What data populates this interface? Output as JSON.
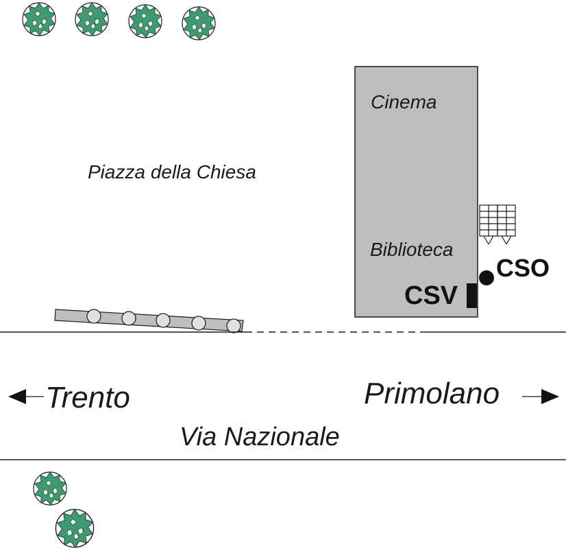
{
  "labels": {
    "square": "Piazza della Chiesa",
    "cinema": "Cinema",
    "library": "Biblioteca",
    "cso": "CSO",
    "csv": "CSV",
    "west": "Trento",
    "east": "Primolano",
    "road": "Via Nazionale"
  },
  "icons": {
    "tree": "tree-icon",
    "bench": "bench-icon",
    "scaffold": "scaffold-icon",
    "arrow_left": "arrow-left-icon",
    "arrow_right": "arrow-right-icon",
    "cso_marker": "circle-marker-icon",
    "csv_marker": "rectangle-marker-icon"
  },
  "colors": {
    "building_fill": "#bdbec0",
    "tree_fill": "#3e9a6f",
    "ink": "#111111"
  }
}
